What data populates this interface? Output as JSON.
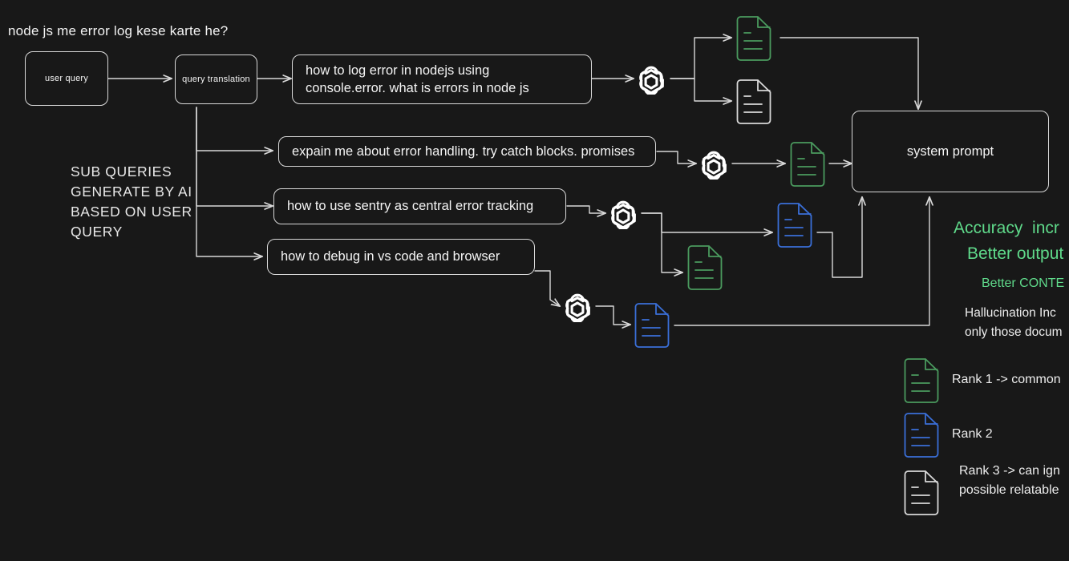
{
  "diagram": {
    "title": "node js me error log kese karte he?",
    "background_color": "#181818",
    "stroke_color": "#d8d8d8",
    "accent_green": "#4a9a5e",
    "accent_green_text": "#5fd98a",
    "accent_blue": "#3a6fd8",
    "nodes": {
      "user_query": "user query",
      "query_translation": "query translation",
      "system_prompt": "system prompt"
    },
    "note": "SUB QUERIES\nGENERATE BY AI\nBASED ON USER\nQUERY",
    "sub_queries": [
      "how to log error in nodejs using\nconsole.error. what is errors in node js",
      "expain me about error handling. try catch blocks. promises",
      "how to use sentry as central error tracking",
      "how to debug in vs code and browser"
    ],
    "llm_icon_name": "openai-logo-icon",
    "llm_count": 4,
    "documents": [
      {
        "rank": 1,
        "color": "#4a9a5e"
      },
      {
        "rank": 3,
        "color": "#d8d8d8"
      },
      {
        "rank": 1,
        "color": "#4a9a5e"
      },
      {
        "rank": 2,
        "color": "#3a6fd8"
      },
      {
        "rank": 1,
        "color": "#4a9a5e"
      },
      {
        "rank": 2,
        "color": "#3a6fd8"
      }
    ],
    "annotations": {
      "accuracy_line1": "Accuracy  incr",
      "accuracy_line2": "Better output",
      "context_line": "Better CONTE",
      "halluc_line1": "Hallucination Inc",
      "halluc_line2": "only those docum"
    },
    "legend": [
      {
        "icon": "document-icon",
        "color": "#4a9a5e",
        "label": "Rank 1 -> common"
      },
      {
        "icon": "document-icon",
        "color": "#3a6fd8",
        "label": "Rank 2"
      },
      {
        "icon": "document-icon",
        "color": "#d8d8d8",
        "label": "Rank 3 -> can ign\npossible relatable"
      }
    ]
  }
}
